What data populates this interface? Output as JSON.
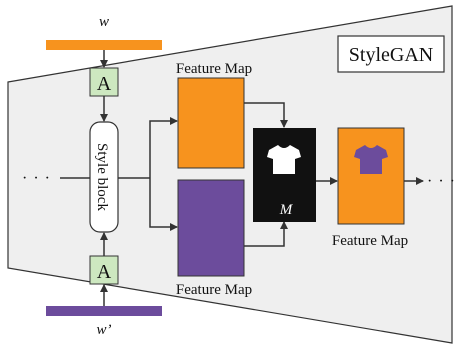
{
  "title": "StyleGAN",
  "latent_top": {
    "label": "w"
  },
  "latent_bottom": {
    "label": "w’"
  },
  "affine_label": "A",
  "style_block_label": "Style block",
  "ellipsis": "· · ·",
  "feature_map_label": "Feature Map",
  "mask_label": "M",
  "icons": {
    "shirt": "t-shirt-icon"
  },
  "colors": {
    "orange": "#F7931E",
    "purple": "#6C4C9C",
    "affine_fill": "#CDE8C0",
    "background_panel": "#EFEFEF",
    "mask_bg": "#111111"
  }
}
